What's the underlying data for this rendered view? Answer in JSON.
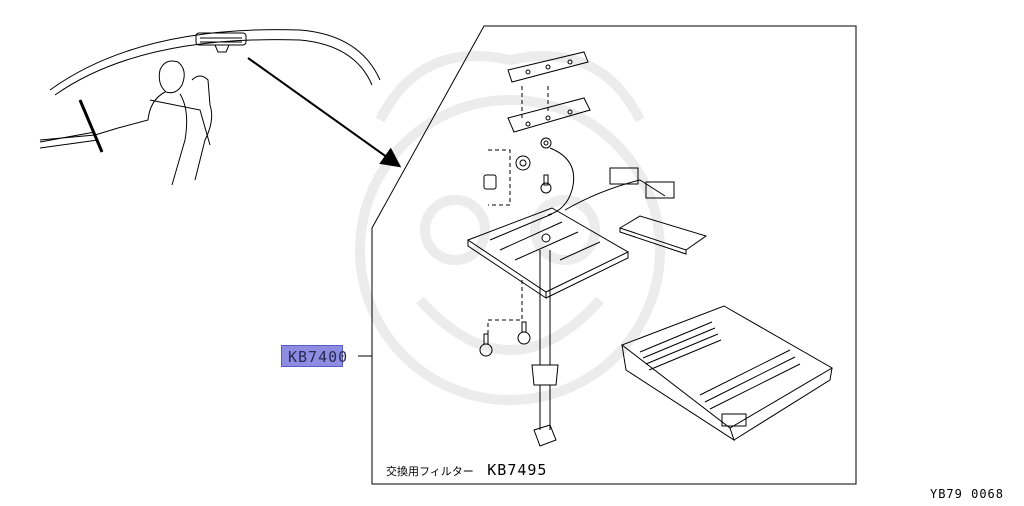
{
  "callout": {
    "part_code": "KB7400"
  },
  "caption": {
    "text": "交換用フィルター",
    "part_code": "KB7495"
  },
  "figure_code": "YB79 0068"
}
